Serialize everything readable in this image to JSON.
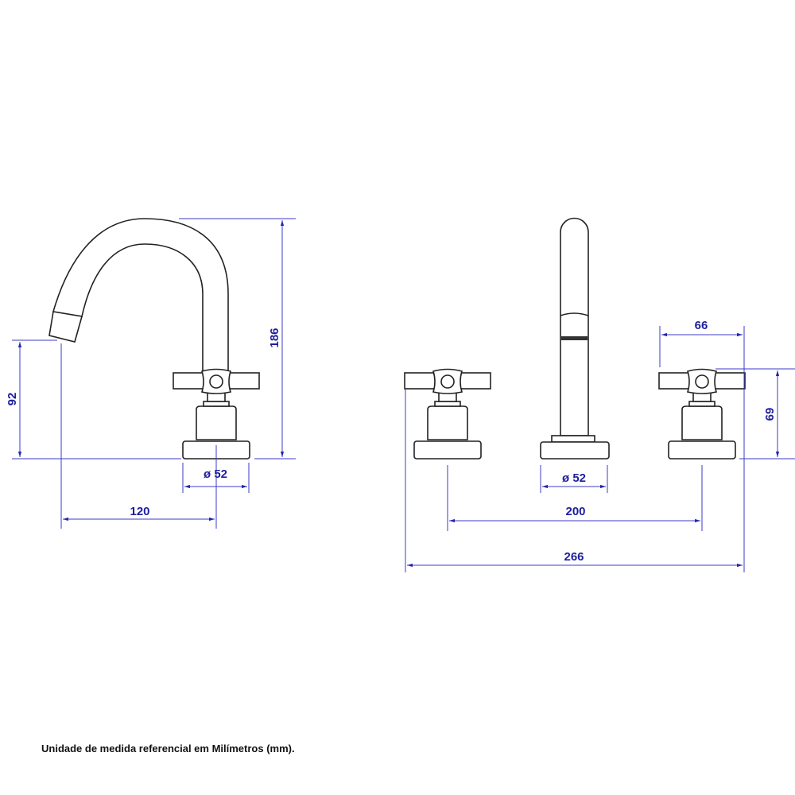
{
  "dimensions": {
    "spout_height": "92",
    "total_height": "186",
    "base_diameter_left": "ø 52",
    "spout_reach": "120",
    "handle_width": "66",
    "handle_height": "69",
    "base_diameter_right": "ø 52",
    "handle_spacing": "200",
    "overall_width": "266"
  },
  "footer": "Unidade de medida referencial em Milímetros (mm).",
  "colors": {
    "dimension": "#2424b0",
    "outline": "#222222"
  }
}
